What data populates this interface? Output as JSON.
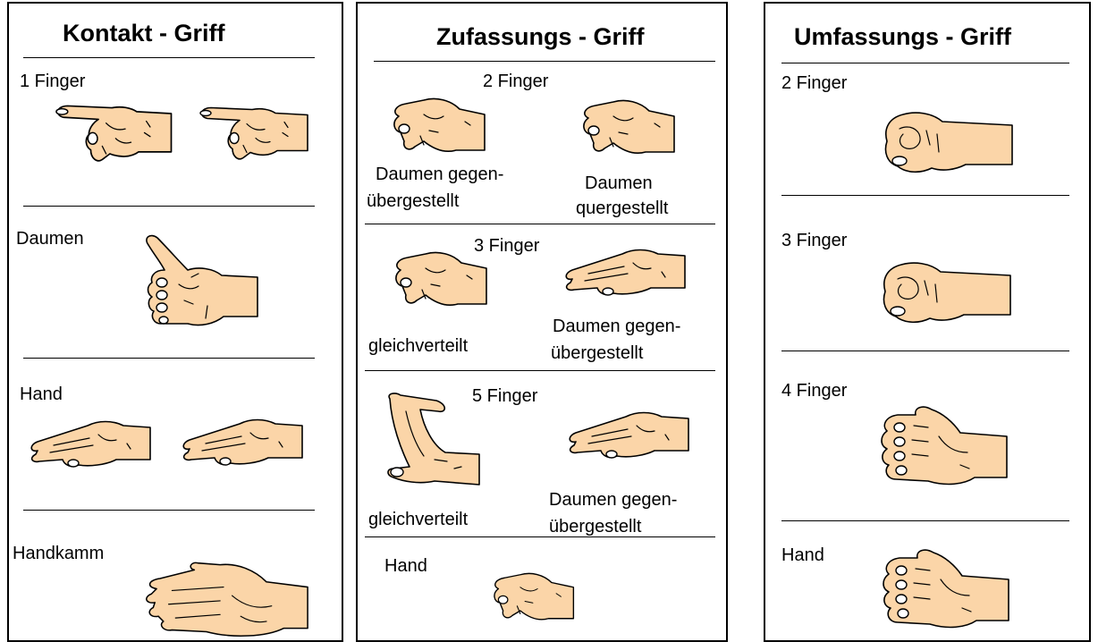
{
  "panels": [
    {
      "title": "Kontakt - Griff",
      "sections": [
        "1 Finger",
        "Daumen",
        "Hand",
        "Handkamm"
      ]
    },
    {
      "title": "Zufassungs - Griff",
      "sections": [
        {
          "label": "2 Finger",
          "captions": [
            "Daumen gegen-",
            "übergestellt",
            "Daumen",
            "quergestellt"
          ]
        },
        {
          "label": "3 Finger",
          "captions": [
            "gleichverteilt",
            "Daumen gegen-",
            "übergestellt"
          ]
        },
        {
          "label": "5 Finger",
          "captions": [
            "gleichverteilt",
            "Daumen gegen-",
            "übergestellt"
          ]
        },
        {
          "label": "Hand"
        }
      ]
    },
    {
      "title": "Umfassungs - Griff",
      "sections": [
        "2 Finger",
        "3 Finger",
        "4 Finger",
        "Hand"
      ]
    }
  ],
  "colors": {
    "skin": "#fbd5a8",
    "outline": "#000000",
    "nail": "#ffffff"
  },
  "icons": [
    "pointing-hand-icon",
    "thumbs-up-hand-icon",
    "flat-hand-icon",
    "hand-edge-icon",
    "pinch-hand-icon",
    "open-grip-hand-icon",
    "fist-hand-icon"
  ]
}
